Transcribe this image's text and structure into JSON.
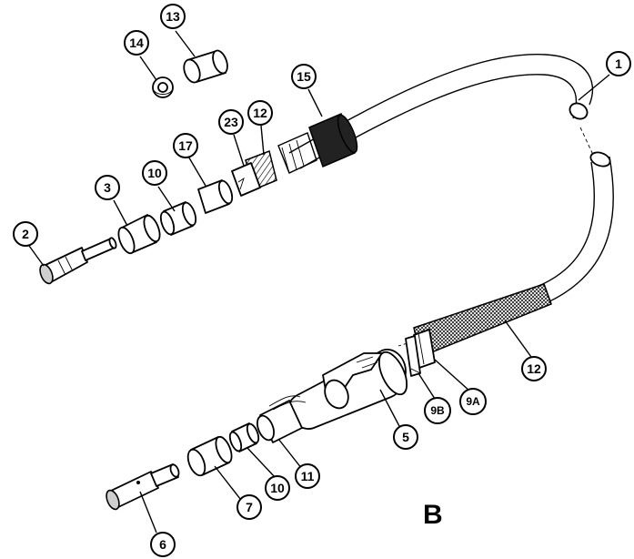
{
  "section_letter": "B",
  "callouts": {
    "c1": "1",
    "c2": "2",
    "c3": "3",
    "c5": "5",
    "c6": "6",
    "c7": "7",
    "c9a": "9A",
    "c9b": "9B",
    "c10a": "10",
    "c10b": "10",
    "c11": "11",
    "c12a": "12",
    "c12b": "12",
    "c13": "13",
    "c14": "14",
    "c15": "15",
    "c17": "17",
    "c23": "23"
  }
}
